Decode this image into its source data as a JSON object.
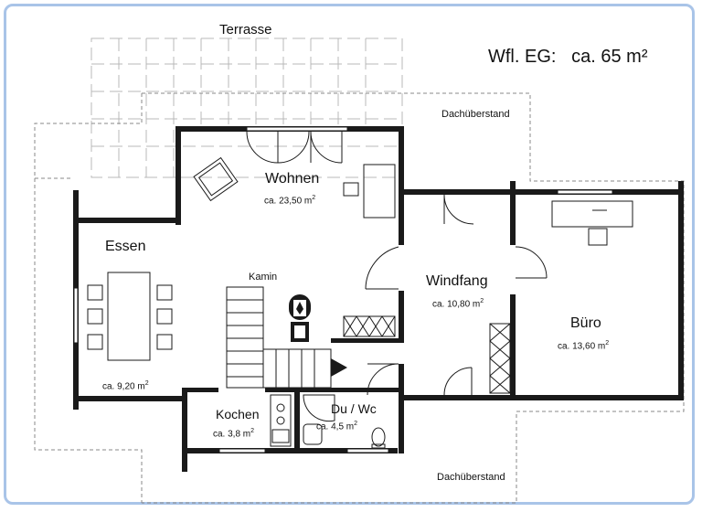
{
  "header": {
    "area_label": "Wfl. EG:",
    "area_value": "ca. 65 m²"
  },
  "exterior": {
    "terrace": "Terrasse",
    "roof_overhang_top": "Dachüberstand",
    "roof_overhang_bottom": "Dachüberstand"
  },
  "rooms": {
    "wohnen": {
      "name": "Wohnen",
      "area": "ca. 23,50 m",
      "unit_sup": "2"
    },
    "essen": {
      "name": "Essen",
      "area": "ca. 9,20 m",
      "unit_sup": "2"
    },
    "windfang": {
      "name": "Windfang",
      "area": "ca. 10,80 m",
      "unit_sup": "2"
    },
    "buero": {
      "name": "Büro",
      "area": "ca. 13,60 m",
      "unit_sup": "2"
    },
    "kochen": {
      "name": "Kochen",
      "area": "ca. 3,8 m",
      "unit_sup": "2"
    },
    "duwc": {
      "name": "Du / Wc",
      "area": "ca. 4,5 m",
      "unit_sup": "2"
    }
  },
  "fixtures": {
    "kamin": "Kamin"
  },
  "colors": {
    "wall": "#1a1a1a",
    "tile_line": "#b0b0b0",
    "frame_border": "#a9c4e8"
  }
}
